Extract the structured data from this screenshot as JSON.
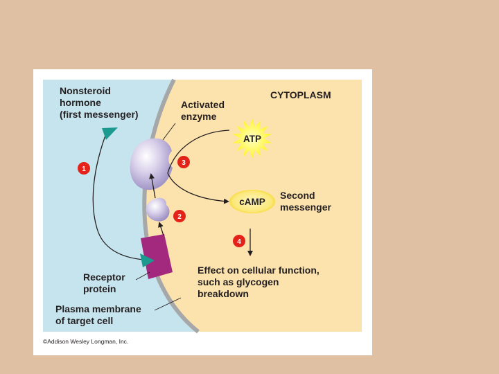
{
  "colors": {
    "page_background": "#dfc0a2",
    "extracellular": "#c6e4ee",
    "cytoplasm": "#fce2ad",
    "membrane": "#a6a7a9",
    "hormone": "#1c9a8f",
    "receptor": "#a3297f",
    "enzyme": "#b9aed6",
    "atp_burst": "#fff200",
    "camp": "#f9d92a",
    "step_marker": "#e32219"
  },
  "labels": {
    "hormone_line1": "Nonsteroid",
    "hormone_line2": "hormone",
    "hormone_line3": "(first messenger)",
    "enzyme_line1": "Activated",
    "enzyme_line2": "enzyme",
    "cytoplasm": "CYTOPLASM",
    "atp": "ATP",
    "camp": "cAMP",
    "second_line1": "Second",
    "second_line2": "messenger",
    "effect_line1": "Effect on cellular function,",
    "effect_line2": "such as glycogen",
    "effect_line3": "breakdown",
    "receptor_line1": "Receptor",
    "receptor_line2": "protein",
    "membrane_line1": "Plasma membrane",
    "membrane_line2": "of target cell"
  },
  "steps": [
    "1",
    "2",
    "3",
    "4"
  ],
  "copyright": "©Addison Wesley Longman, Inc."
}
